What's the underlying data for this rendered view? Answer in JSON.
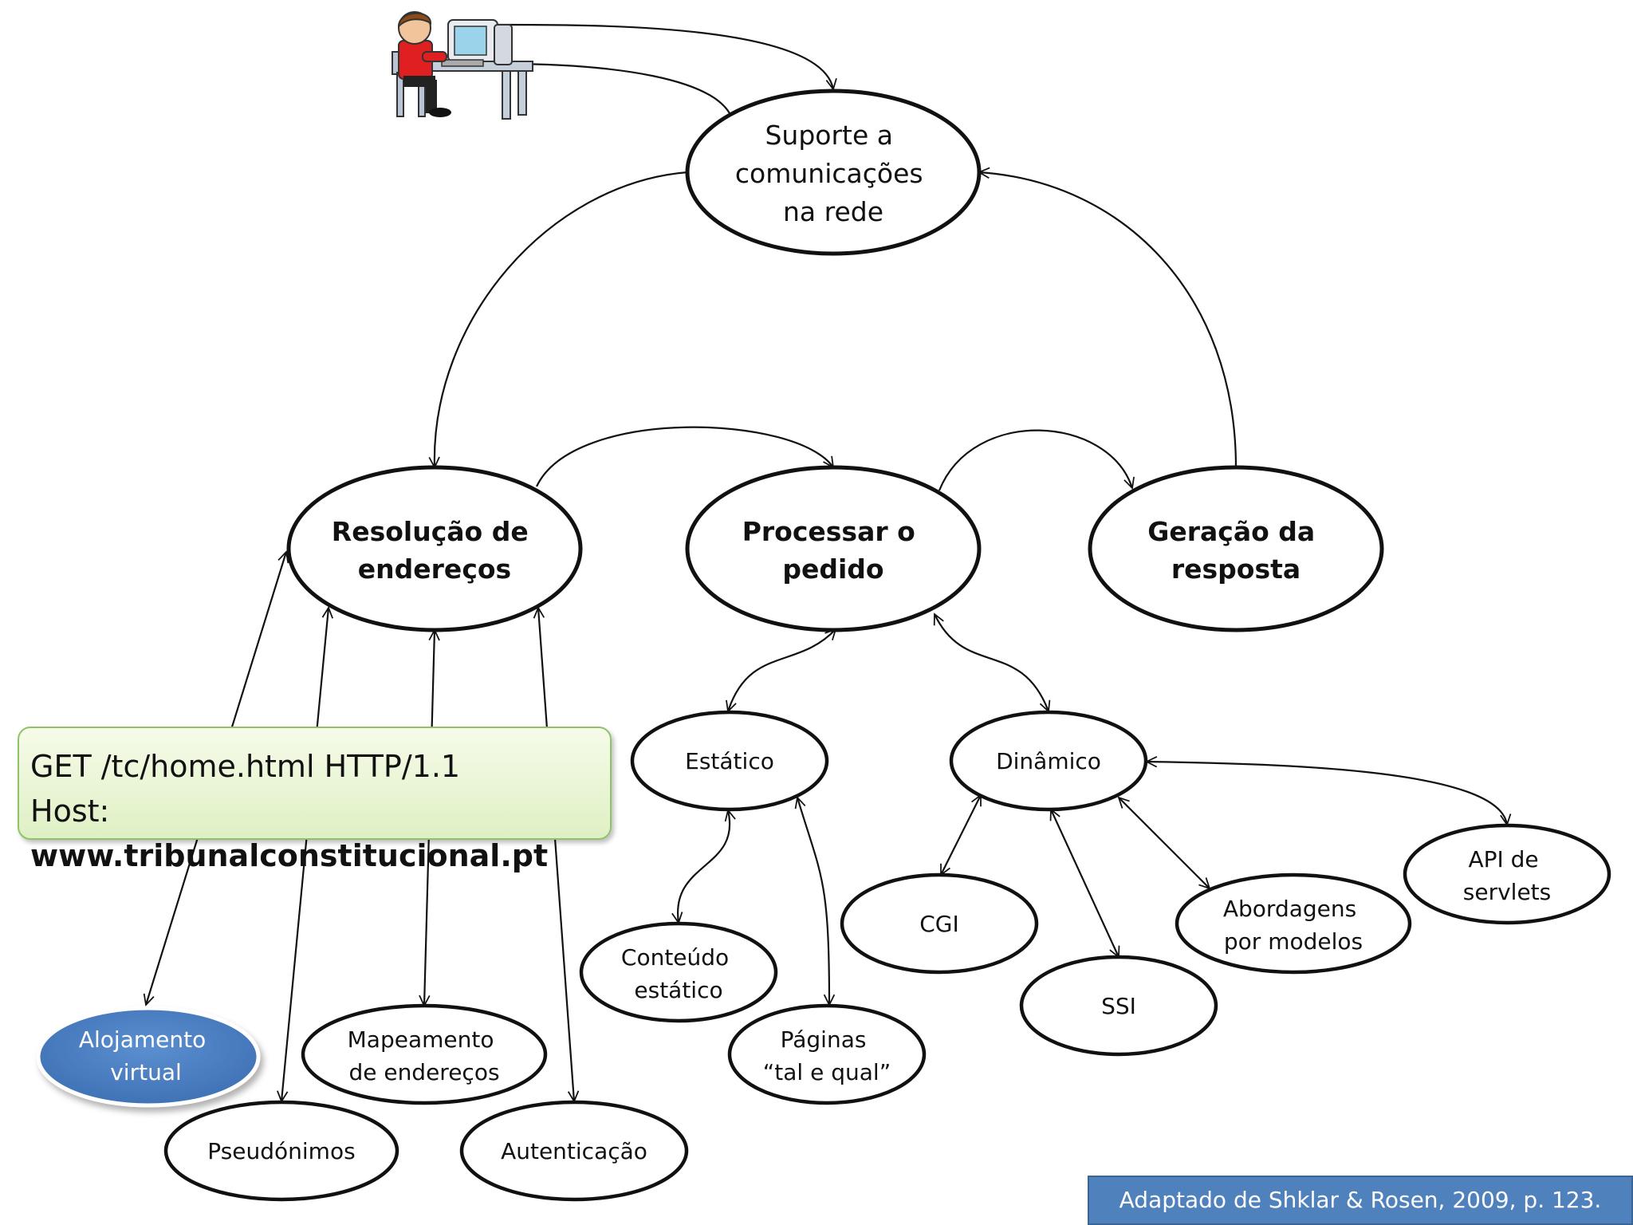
{
  "nodes": {
    "suporte": [
      "Suporte a",
      "comunicações",
      "na rede"
    ],
    "resolucao": [
      "Resolução de",
      "endereços"
    ],
    "processar": [
      "Processar o",
      "pedido"
    ],
    "geracao": [
      "Geração da",
      "resposta"
    ],
    "estatico": [
      "Estático"
    ],
    "dinamico": [
      "Dinâmico"
    ],
    "conteudo": [
      "Conteúdo",
      "estático"
    ],
    "paginas": [
      "Páginas",
      "“tal e qual”"
    ],
    "cgi": [
      "CGI"
    ],
    "ssi": [
      "SSI"
    ],
    "abordagens": [
      "Abordagens",
      "por modelos"
    ],
    "api": [
      "API de",
      "servlets"
    ],
    "alojamento": [
      "Alojamento",
      "virtual"
    ],
    "mapeamento": [
      "Mapeamento",
      "de endereços"
    ],
    "pseudonimos": [
      "Pseudónimos"
    ],
    "autenticacao": [
      "Autenticação"
    ]
  },
  "request": {
    "line1": "GET /tc/home.html HTTP/1.1",
    "host_label": "Host: ",
    "host_value": "www.tribunalconstitucional.pt"
  },
  "citation": "Adaptado de Shklar & Rosen, 2009, p. 123.",
  "icons": {
    "user": "user-at-computer-icon"
  },
  "colors": {
    "highlight_node": "#4f81bd",
    "request_box": "#dff0c4",
    "citation_bg": "#4f81bd"
  }
}
